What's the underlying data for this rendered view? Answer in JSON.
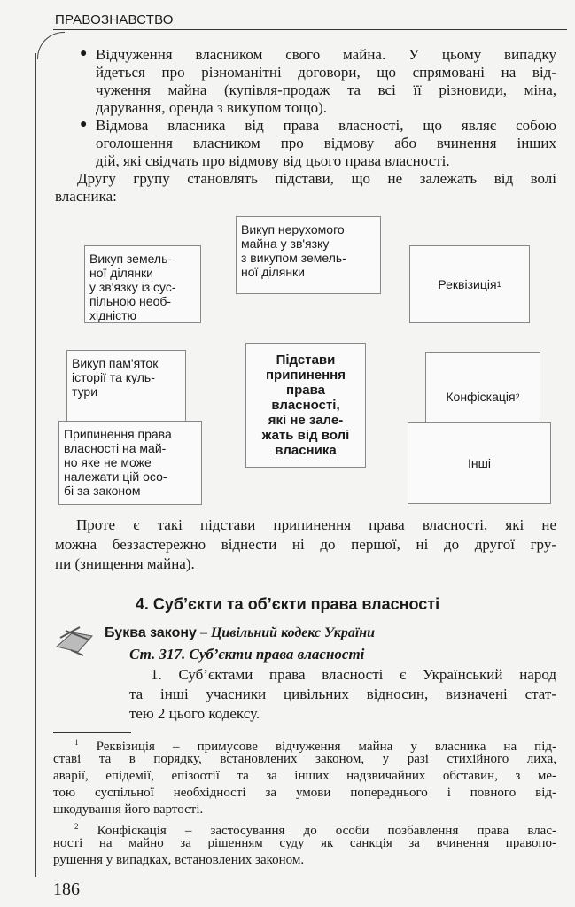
{
  "header": {
    "title": "ПРАВОЗНАВСТВО"
  },
  "bullets": [
    {
      "lines": [
        "Відчуження власником свого майна. У цьому випадку",
        "йдеться про різноманітні договори, що спрямовані на від-",
        "чуження майна (купівля-продаж та всі її різновиди, міна,",
        "дарування, оренда з викупом тощо)."
      ]
    },
    {
      "lines": [
        "Відмова власника від права власності, що являє собою",
        "оголошення власником про відмову або вчинення інших",
        "дій, які свідчать про відмову від цього права власності."
      ]
    }
  ],
  "intro": {
    "lines": [
      "Другу групу становлять підстави, що не залежать від волі",
      "власника:"
    ]
  },
  "diagram": {
    "center": "Підстави\nприпинення\nправа\nвласності,\nякі не зале-\nжать від волі\nвласника",
    "boxes": {
      "land": "Викуп земель-\nної ділянки\nу зв'язку із сус-\nпільною необ-\nхідністю",
      "realty": "Викуп нерухомого\nмайна у зв'язку\nз викупом земель-\nної ділянки",
      "monuments": "Викуп пам'яток\nісторії та куль-\nтури",
      "not_owned": "Припинення права\nвласності на май-\nно яке не може\nналежати цій осо-\nбі за законом",
      "requisition": "Реквізиція",
      "requisition_sup": "1",
      "confiscation": "Конфіскація",
      "confiscation_sup": "2",
      "other": "Інші"
    }
  },
  "para2": {
    "lines": [
      "Проте є такі підстави припинення права власності, які не",
      "можна беззастережно віднести ні до першої, ні до другої гру-",
      "пи (знищення майна)."
    ]
  },
  "section": {
    "heading": "4. Суб’єкти та об’єкти права власності"
  },
  "law": {
    "label": "Буква закону",
    "dash": " – ",
    "source": "Цивільний кодекс України",
    "article": "Ст. 317. Суб’єкти права власності",
    "lines": [
      "1. Суб’єктами права власності є Український народ",
      "та інші учасники цивільних відносин, визначені стат-",
      "тею 2 цього кодексу."
    ]
  },
  "footnotes": [
    {
      "mark": "1",
      "lines": [
        "Реквізиція – примусове відчуження майна у власника на під-",
        "ставі та в порядку, встановлених законом, у разі стихійного лиха,",
        "аварії, епідемії, епізоотії та за інших надзвичайних обставин, з ме-",
        "тою суспільної необхідності за умови попереднього і повного від-",
        "шкодування його вартості."
      ]
    },
    {
      "mark": "2",
      "lines": [
        "Конфіскація – застосування до особи позбавлення права влас-",
        "ності на майно за рішенням суду як санкція за вчинення правопо-",
        "рушення у випадках, встановлених законом."
      ]
    }
  ],
  "page_number": "186"
}
